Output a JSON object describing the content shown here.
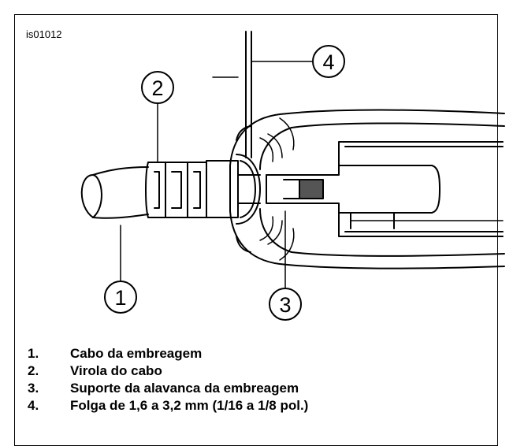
{
  "figure_id": "is01012",
  "callouts": [
    "1",
    "2",
    "3",
    "4"
  ],
  "legend": [
    {
      "number": "1.",
      "text": "Cabo da embreagem"
    },
    {
      "number": "2.",
      "text": "Virola do cabo"
    },
    {
      "number": "3.",
      "text": "Suporte da alavanca da embreagem"
    },
    {
      "number": "4.",
      "text": "Folga de 1,6 a 3,2 mm (1/16 a 1/8 pol.)"
    }
  ]
}
